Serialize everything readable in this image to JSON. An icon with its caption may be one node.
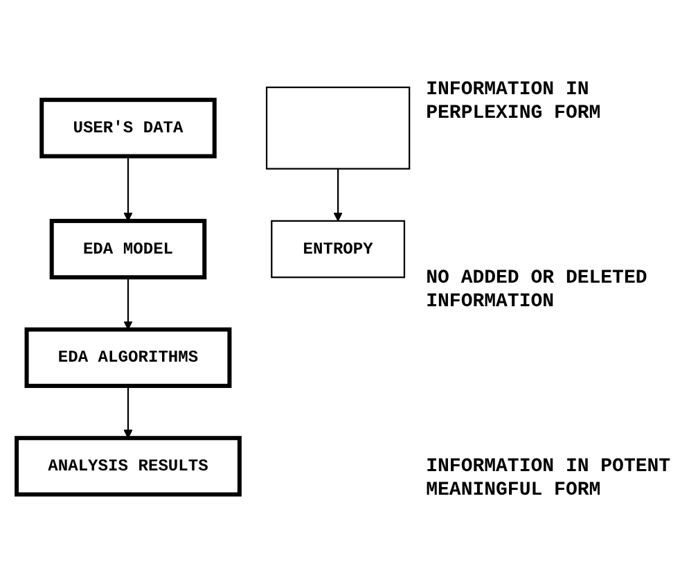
{
  "diagram": {
    "nodes": [
      {
        "text": [
          "USER'S DATA"
        ]
      },
      {
        "text": [
          "EDA MODEL"
        ]
      },
      {
        "text": [
          "EDA ALGORITHMS"
        ]
      },
      {
        "text": [
          "ANALYSIS RESULTS"
        ]
      },
      {
        "text": [],
        "shape": "picture"
      },
      {
        "text": [
          "ENTROPY"
        ]
      }
    ],
    "edges": [
      {
        "from": 0,
        "to": 1,
        "arrow": "to"
      },
      {
        "from": 1,
        "to": 2,
        "arrow": "to"
      },
      {
        "from": 2,
        "to": 3,
        "arrow": "to"
      },
      {
        "from": 4,
        "to": 5,
        "arrow": "to"
      }
    ],
    "labels": [
      "INFORMATION IN PERPLEXING FORM",
      "NO ADDED OR DELETED INFORMATION",
      "INFORMATION IN POTENT MEANINGFUL FORM"
    ]
  }
}
